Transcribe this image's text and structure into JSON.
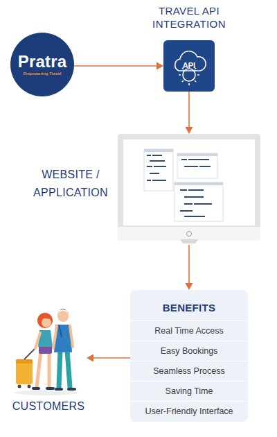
{
  "diagram": {
    "nodes": [
      {
        "text": [
          "Pratra",
          "Empowering Travel"
        ]
      },
      {
        "text": [
          "TRAVEL API INTEGRATION",
          "API"
        ]
      },
      {
        "text": [
          "WEBSITE / APPLICATION"
        ]
      },
      {
        "text": [
          "BENEFITS",
          "Real Time Access",
          "Easy Bookings",
          "Seamless Process",
          "Saving Time",
          "User-Friendly Interface"
        ]
      },
      {
        "text": [
          "CUSTOMERS"
        ]
      }
    ],
    "edges": [
      {
        "from": 0,
        "to": 1,
        "arrow": "to"
      },
      {
        "from": 1,
        "to": 2,
        "arrow": "to"
      },
      {
        "from": 2,
        "to": 3,
        "arrow": "to"
      },
      {
        "from": 3,
        "to": 4,
        "arrow": "to"
      }
    ]
  }
}
